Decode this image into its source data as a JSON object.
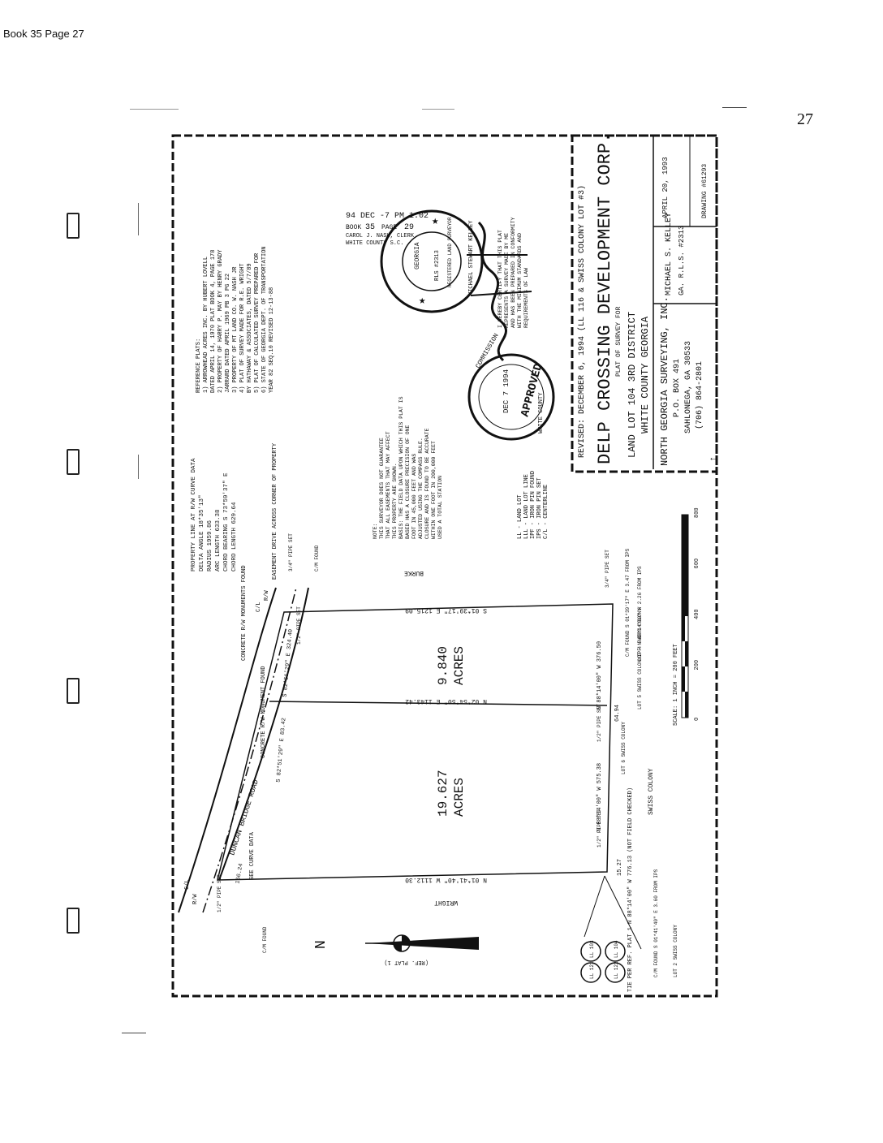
{
  "header": {
    "text": "Book 35  Page 27"
  },
  "page_number": "27",
  "title_block": {
    "name": "DELP CROSSING DEVELOPMENT CORP.",
    "plat_of": "PLAT OF SURVEY FOR",
    "location": "LAND LOT 104 3RD DISTRICT",
    "county": "WHITE COUNTY GEORGIA",
    "company": "NORTH GEORGIA SURVEYING, INC.",
    "po_box": "P.O. BOX 491",
    "city": "SAHLONEGA, GA 30533",
    "phone": "(706) 864-2801",
    "surveyor": "MICHAEL S. KELLEY",
    "license": "GA. R.L.S. #2313",
    "date": "APRIL 20, 1993",
    "drawing": "DRAWING #61293",
    "revised": "REVISED: DECEMBER 6, 1994 (LL 116 & SWISS COLONY LOT #3)"
  },
  "recording": {
    "stamp": "94 DEC -7 PM 1:02",
    "book_label": "BOOK",
    "book": "35",
    "page_label": "PAGE",
    "page": "29",
    "clerk": "CAROL J. NASH, CLERK",
    "court": "WHITE COUNTY S.C."
  },
  "seal": {
    "state": "GEORGIA",
    "profession": "REGISTERED LAND SURVEYOR",
    "number": "RLS #2313",
    "name": "MICHAEL STEWART KELLEY"
  },
  "approval": {
    "commission": "COMMISSION",
    "status": "APPROVED",
    "date": "DEC 7 1994",
    "county": "WHITE COUNTY"
  },
  "reference_plats": {
    "heading": "REFERENCE PLATS:",
    "lines": [
      "1) ARROWHEAD ACRES INC. BY HUBERT LOVELL",
      "DATED APRIL 14, 1970 PLAT BOOK 4, PAGE 178",
      "2) PROPERTY OF HARRY P. MAY BY HENRY GRADY",
      "JARRARD DATED APRIL 1969 PB 3 PG 22",
      "3) PROPERTY OF MT LAND CO. W. NASH JR",
      "4) PLAT OF SURVEY MADE FOR R.E. WRIGHT",
      "BY HATHAWAY & ASSOCIATES, DATED 5/7/89",
      "5) PLAT OF CALCULATED SURVEY PREPARED FOR",
      "6) STATE OF GEORGIA DEPT. OF TRANSPORTATION",
      "YEAR 82 SEQ.10 REVISED 12-13-88"
    ]
  },
  "curve_data": {
    "heading": "PROPERTY LINE AT R/W CURVE DATA",
    "lines": [
      "DELTA ANGLE  18*35'13\"",
      "RADIUS  1959.86",
      "ARC LENGTH  633.38",
      "CHORD BEARING  S 73*59'37\" E",
      "CHORD LENGTH  629.64"
    ]
  },
  "notes": [
    "NOTE:",
    "THIS SURVEYOR DOES NOT GUARANTEE",
    "THAT ALL EASEMENTS THAT MAY AFFECT",
    "THIS PROPERTY ARE SHOWN.",
    "BASIS: THE FIELD DATA UPON WHICH THIS PLAT IS",
    "BASED HAS A CLOSURE PRECISION OF ONE",
    "FOOT IN 45,000 FEET AND WAS",
    "ADJUSTED USING THE COMPASS RULE.",
    "CLOSURE AND IS FOUND TO BE ACCURATE",
    "WITHIN ONE FOOT IN 200,000 FEET",
    "USED A TOTAL STATION"
  ],
  "certification": [
    "I HEREBY CERTIFY THAT THIS PLAT",
    "REPRESENTS A SURVEY MADE BY ME",
    "AND HAS BEEN PREPARED IN CONFORMITY",
    "WITH THE MINIMUM STANDARDS AND",
    "REQUIREMENTS OF LAW"
  ],
  "legend": [
    "LL - LAND LOT",
    "LLL - LAND LOT LINE",
    "IPF - IRON PIN FOUND",
    "IPS - IRON PIN SET",
    "C/L - CENTERLINE"
  ],
  "parcels": [
    {
      "area": "9.840",
      "unit": "ACRES"
    },
    {
      "area": "19.627",
      "unit": "ACRES"
    }
  ],
  "labels": {
    "road": "DUNCAN BRIDGE ROAD",
    "right_of_way": "R/W",
    "centerline": "C/L",
    "easement": "EASEMENT DRIVE ACROSS CORNER OF PROPERTY",
    "concrete_row_1": "CONCRETE R/W MONUMENTS FOUND",
    "concrete_row_2": "CONCRETE R/W MONUMENT FOUND",
    "see_curve": "SEE CURVE DATA",
    "swiss_colony": "SWISS COLONY",
    "burke": "BURKE",
    "wright": "WRIGHT",
    "tie": "TIE PER REF. PLAT 1 N 88*14'00\" W 776.13 (NOT FIELD CHECKED)",
    "ref_plat": "(REF. PLAT 1)",
    "north": "N",
    "pipe_half": "1/2\" PIPE SET",
    "pipe_three_quarter": "3/4\" PIPE SET",
    "cm_found": "C/M FOUND",
    "lot_6": "LOT 6 SWISS COLONY",
    "lot_5": "LOT 5 SWISS COLONY",
    "lot_4": "LOT 4 SWISS COLONY",
    "lot_2": "LOT 2 SWISS COLONY",
    "ll_labels": [
      "LL 103",
      "LL 104",
      "LL 121",
      "LL 122"
    ]
  },
  "bearings": {
    "road_front_1": "S 82*51'29\" E 324.40",
    "road_front_2": "S 82*51'29\" E 83.42",
    "road_front_3": "156.24",
    "east_line": "S 01*39'17\" E  1215.09",
    "middle_line": "N 02*54'50\" E  1143.42",
    "west_line": "N 01*41'40\" W  1112.30",
    "south_1": "N 88*14'00\" W 376.50",
    "south_2": "N 88*14'00\" W 575.38",
    "south_3": "64.94",
    "south_4": "15.27",
    "cm_east": "C/M FOUND S 01*39'17\" E 3.47 FROM IPS",
    "ipf_east": "IPF N 88*14'00\" W 2.26 FROM IPS",
    "cm_south": "C/M FOUND S 01*41'40\" E 3.60 FROM IPS"
  },
  "scale": {
    "label": "SCALE: 1 INCH = 200 FEET",
    "ticks": [
      "0",
      "200",
      "400",
      "600",
      "800"
    ]
  }
}
